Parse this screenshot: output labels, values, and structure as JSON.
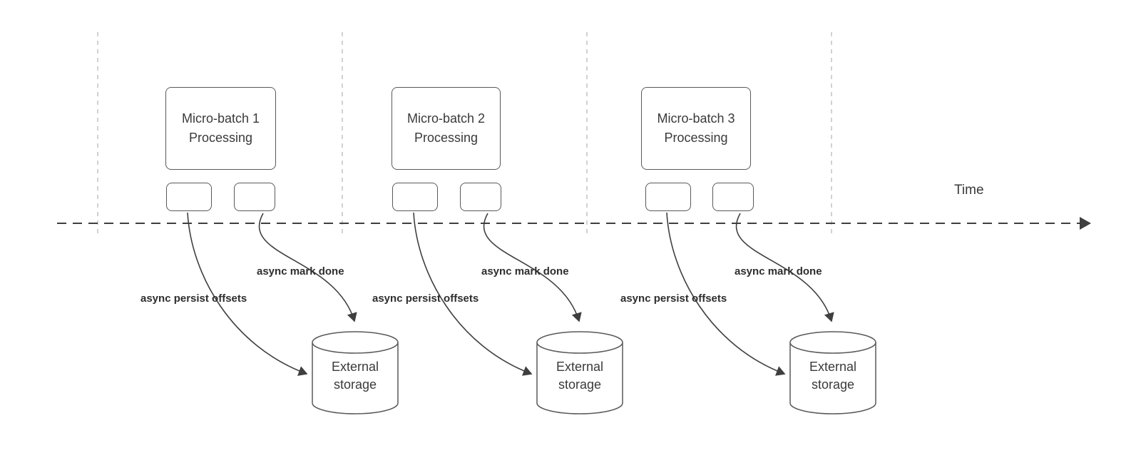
{
  "diagram": {
    "time_label": "Time",
    "groups": [
      {
        "title": "Micro-batch 1 Processing",
        "persist_label": "async persist offsets",
        "done_label": "async mark done",
        "storage_label": "External storage"
      },
      {
        "title": "Micro-batch 2 Processing",
        "persist_label": "async persist offsets",
        "done_label": "async mark done",
        "storage_label": "External storage"
      },
      {
        "title": "Micro-batch 3 Processing",
        "persist_label": "async persist offsets",
        "done_label": "async mark done",
        "storage_label": "External storage"
      }
    ],
    "colors": {
      "timeline": "#3f3f3f",
      "guide_line": "#c2c2c2",
      "shape_border": "#595959",
      "shape_fill": "#ffffff",
      "text": "#3a3a3a"
    }
  }
}
